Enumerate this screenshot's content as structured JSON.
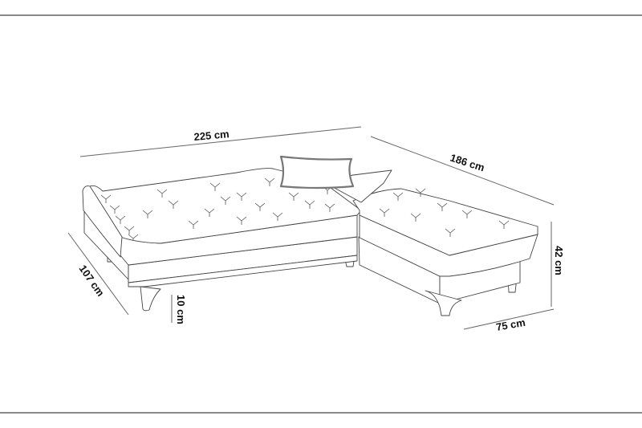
{
  "diagram": {
    "subject": "corner sofa bed dimension drawing",
    "dimensions": {
      "width": "225 cm",
      "chaise_length": "186 cm",
      "depth": "107 cm",
      "leg_height": "10 cm",
      "seat_height": "42 cm",
      "chaise_width": "75 cm"
    },
    "colors": {
      "line": "#555555",
      "text": "#111111",
      "rule": "#8a8a8a",
      "background": "#ffffff"
    }
  }
}
